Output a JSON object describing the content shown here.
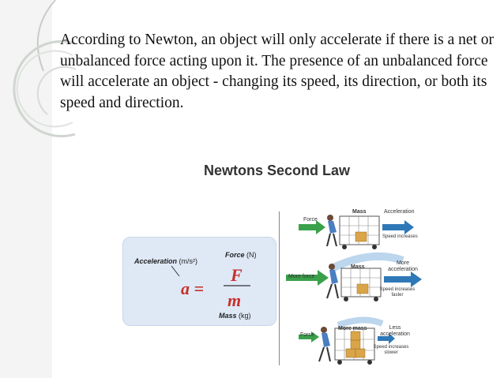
{
  "paragraph": "According to Newton, an object will only accelerate if there is a net or unbalanced force acting upon it. The presence of an unbalanced force will accelerate an object - changing its speed, its direction, or both its speed and direction.",
  "figure": {
    "title": "Newtons Second Law",
    "equation": {
      "acceleration_label": "Acceleration",
      "acceleration_unit": "(m/s²)",
      "force_label": "Force",
      "force_unit": "(N)",
      "mass_label": "Mass",
      "mass_unit": "(kg)",
      "lhs": "a =",
      "numerator": "F",
      "denominator": "m"
    },
    "panels": [
      {
        "force": "Force",
        "mass": "Mass",
        "result": "Acceleration",
        "note": "Speed increases"
      },
      {
        "force": "More force",
        "mass": "Mass",
        "result_line1": "More",
        "result_line2": "acceleration",
        "note_line1": "Speed increases",
        "note_line2": "faster"
      },
      {
        "force": "Force",
        "mass": "More mass",
        "result_line1": "Less",
        "result_line2": "acceleration",
        "note_line1": "Speed increases",
        "note_line2": "slower"
      }
    ]
  },
  "colors": {
    "force_arrow": "#3aa14a",
    "acceleration_arrow": "#2f78b8",
    "equation": "#c7302a",
    "equation_box": "#dfe9f6"
  }
}
